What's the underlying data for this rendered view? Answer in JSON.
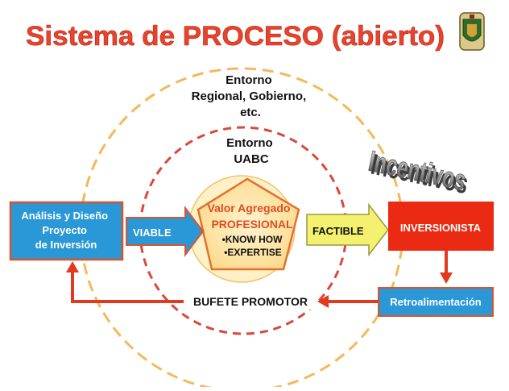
{
  "title": "Sistema de PROCESO (abierto)",
  "seal": {
    "icon": "university-shield-icon"
  },
  "outer_environment": {
    "lines": [
      "Entorno",
      "Regional, Gobierno,",
      "etc."
    ]
  },
  "inner_environment": {
    "lines": [
      "Entorno",
      "UABC"
    ]
  },
  "analysis_box": {
    "lines": [
      "Análisis y Diseño",
      "Proyecto",
      "de Inversión"
    ]
  },
  "viable_label": "VIABLE",
  "pentagon": {
    "line1": "Valor Agregado",
    "line2": "PROFESIONAL",
    "bullet1": "•KNOW HOW",
    "bullet2": "•EXPERTISE"
  },
  "factible_label": "FACTIBLE",
  "inversionista_label": "INVERSIONISTA",
  "incentivos_label": "Incentivos",
  "retro_label": "Retroalimentación",
  "bufete_label": "BUFETE PROMOTOR",
  "colors": {
    "title_red": "#e8442c",
    "circle_dash": "#f5b85a",
    "inner_dash": "#d9483a",
    "box_blue": "#2a97d6",
    "box_border": "#d8542e",
    "inversionista_red": "#ea2a12",
    "feedback_arrow": "#e23a1e",
    "pentagon_fill": "#fde4a8",
    "pentagon_stroke": "#e2712f",
    "factible_fill": "#f4f070"
  }
}
